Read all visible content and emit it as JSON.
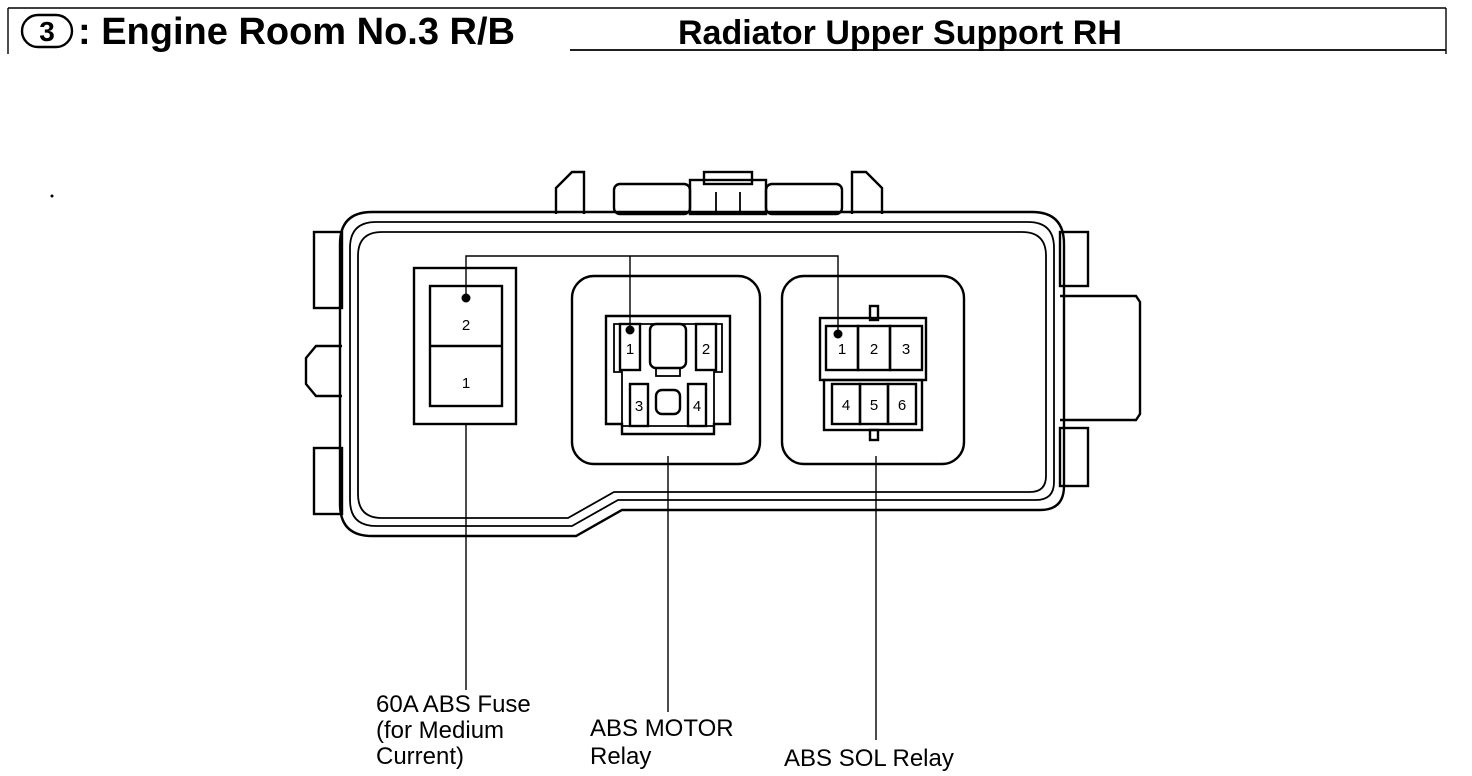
{
  "header": {
    "badge_number": "3",
    "title": ": Engine Room No.3 R/B",
    "subtitle": "Radiator Upper Support RH"
  },
  "fuse": {
    "pins": [
      "2",
      "1"
    ]
  },
  "motor_relay": {
    "pins": [
      "1",
      "2",
      "3",
      "4"
    ]
  },
  "sol_relay": {
    "pins": [
      "1",
      "2",
      "3",
      "4",
      "5",
      "6"
    ]
  },
  "callouts": {
    "fuse": [
      "60A ABS Fuse",
      "(for Medium",
      "Current)"
    ],
    "motor_relay": [
      "ABS MOTOR",
      "Relay"
    ],
    "sol_relay": [
      "ABS SOL Relay"
    ]
  }
}
